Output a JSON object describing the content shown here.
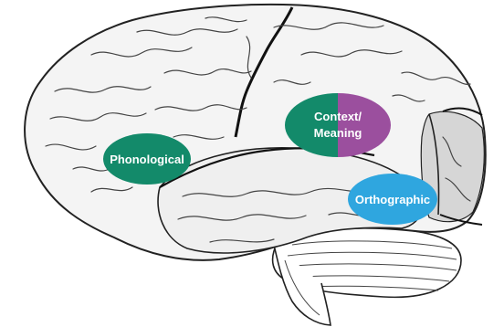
{
  "regions": [
    {
      "id": "phonological",
      "label": "Phonological",
      "color": "#138a6a"
    },
    {
      "id": "context-meaning",
      "label_line1": "Context/",
      "label_line2": "Meaning",
      "color_left": "#138a6a",
      "color_right": "#9b4f9e"
    },
    {
      "id": "orthographic",
      "label": "Orthographic",
      "color": "#2fa6df"
    }
  ],
  "colors": {
    "outline": "#222222",
    "cortex_fill": "#f4f4f4",
    "occipital_fill": "#d6d6d6",
    "cerebellum_fill": "#ffffff"
  }
}
